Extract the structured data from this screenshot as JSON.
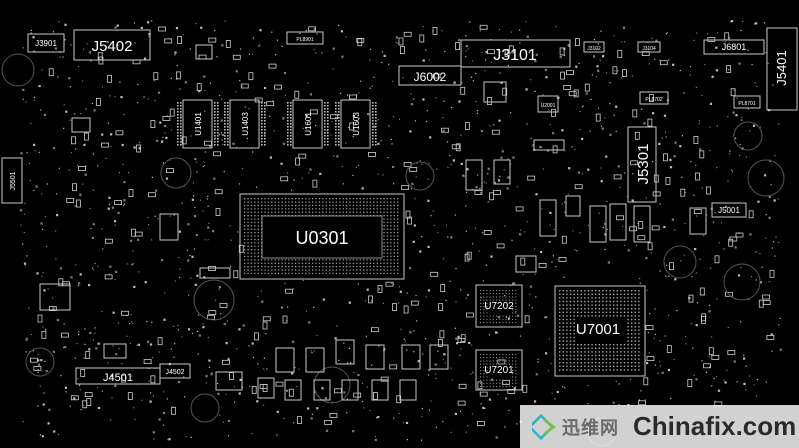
{
  "board": {
    "background": "#000000",
    "outline_color": "#c8c8c8",
    "label_color": "#ffffff"
  },
  "big_labels": {
    "j5402": "J5402",
    "j3101": "J3101",
    "j6002": "J6002",
    "j5401": "J5401",
    "j5301": "J5301",
    "u0301": "U0301",
    "u7202": "U7202",
    "u7201": "U7201",
    "u7001": "U7001",
    "j4501": "J4501"
  },
  "small_labels": {
    "j3901": "J3901",
    "j6801": "J6801",
    "j5501": "J5501",
    "j5001": "J5001",
    "j4502": "J4502",
    "u1401": "U1401",
    "u1403": "U1403",
    "u1601": "U1601",
    "u1603": "U1603",
    "pl8901": "PL8901",
    "pl8701": "PL8701",
    "pl8702": "PL8702",
    "u2001": "U2001",
    "j3102": "J3102",
    "j3104": "J3104"
  },
  "watermark": {
    "chinese": "迅维网",
    "english": "Chinafix.com"
  }
}
